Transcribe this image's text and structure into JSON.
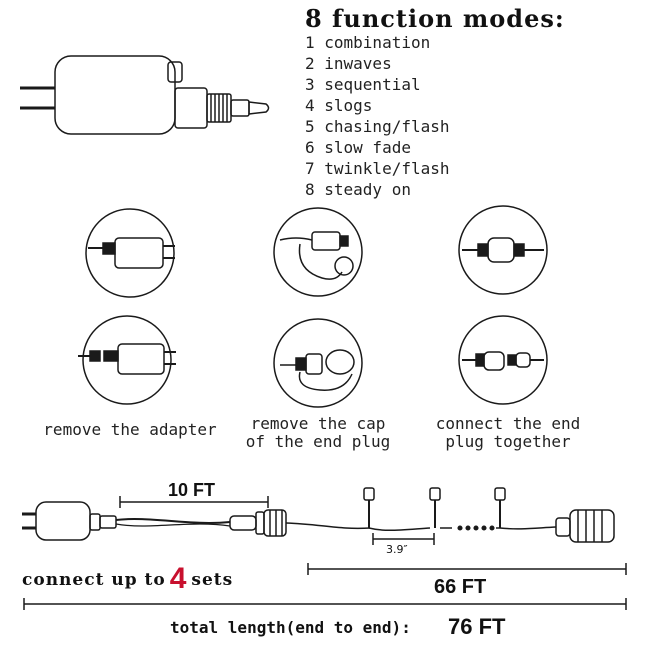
{
  "modes": {
    "title": "8 function modes:",
    "items": [
      "1 combination",
      "2 inwaves",
      "3 sequential",
      "4 slogs",
      "5 chasing/flash",
      "6 slow fade",
      "7 twinkle/flash",
      "8 steady on"
    ]
  },
  "steps": [
    {
      "caption_line1": "remove the adapter",
      "caption_line2": ""
    },
    {
      "caption_line1": "remove the cap",
      "caption_line2": "of the end plug"
    },
    {
      "caption_line1": "connect the end",
      "caption_line2": "plug together"
    }
  ],
  "dimensions": {
    "lead_cable": "10 FT",
    "bulb_spacing": "3.9″",
    "string_length": "66 FT",
    "total_label": "total length(end to end):",
    "total_value": "76 FT"
  },
  "connect": {
    "prefix": "connect up to",
    "number": "4",
    "suffix": "sets"
  },
  "colors": {
    "accent": "#c8102e",
    "line": "#111111"
  }
}
